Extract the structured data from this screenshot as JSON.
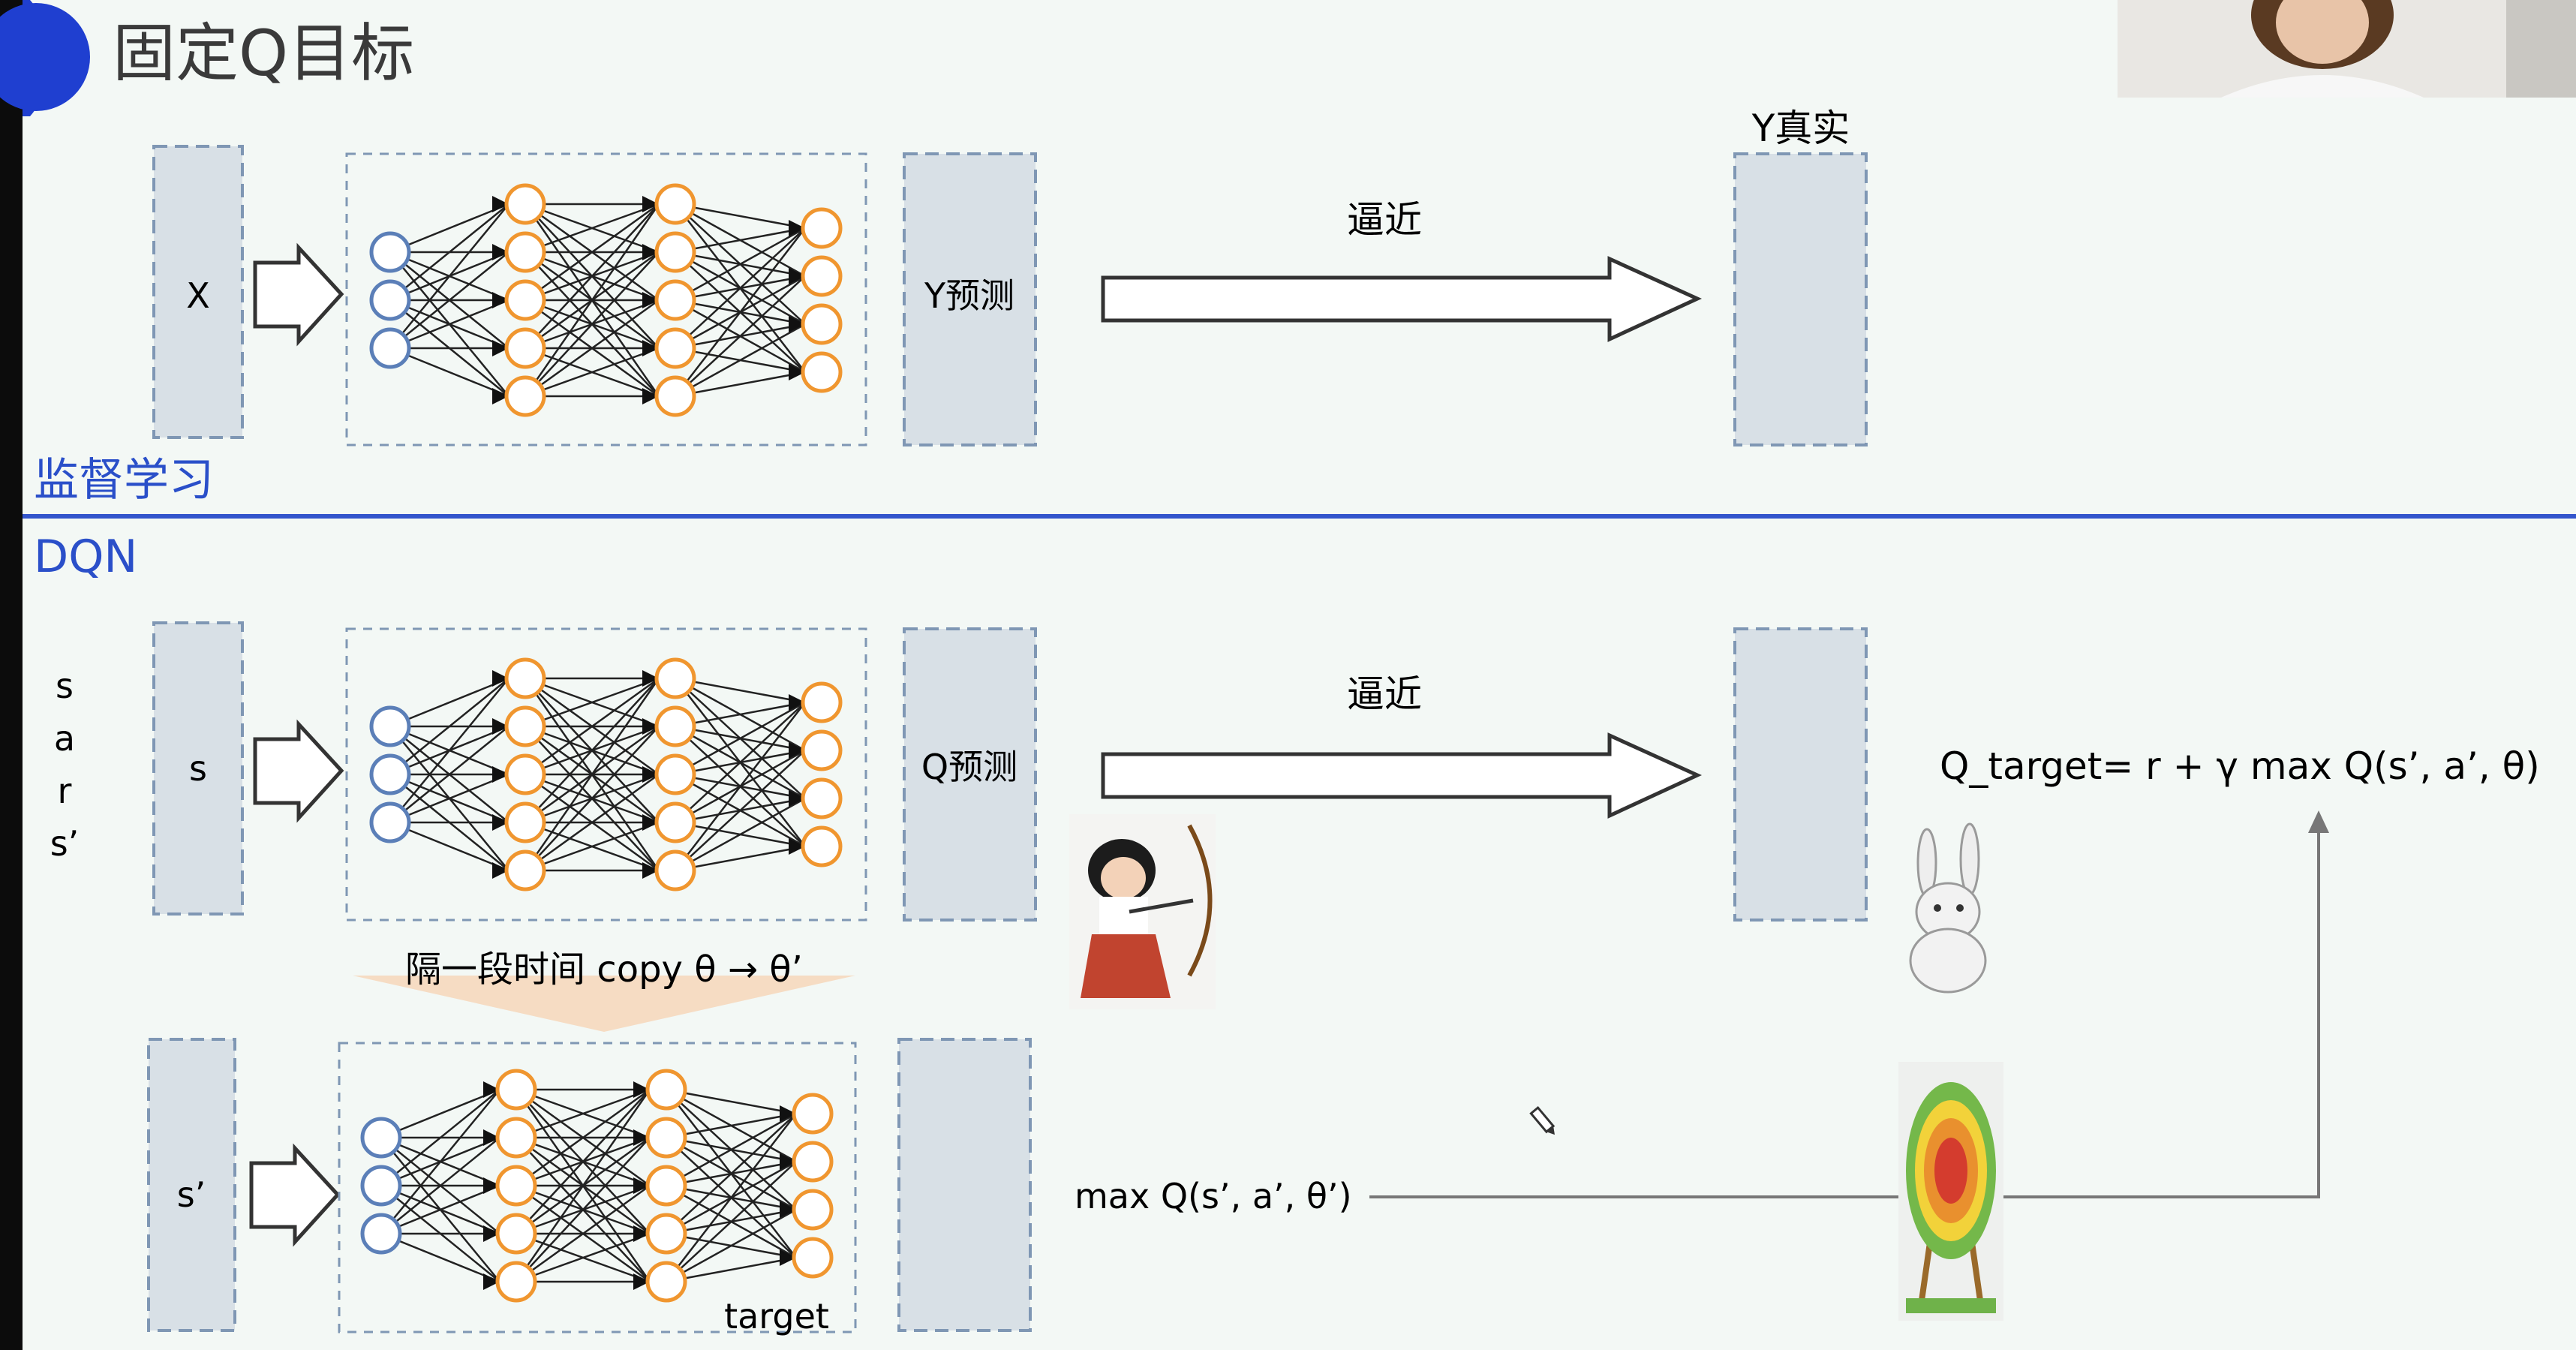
{
  "slide": {
    "title": "固定Q目标",
    "accent_color": "#1f3fd0",
    "divider_color": "#3355cc"
  },
  "supervised": {
    "section_label": "监督学习",
    "input_label": "X",
    "pred_label": "Y预测",
    "approach_label": "逼近",
    "truth_label": "Y真实"
  },
  "dqn": {
    "section_label": "DQN",
    "tuple_letters": [
      "s",
      "a",
      "r",
      "s’"
    ],
    "input_label": "s",
    "pred_label": "Q预测",
    "approach_label": "逼近",
    "copy_caption": "隔一段时间 copy θ → θ’",
    "target_input_label": "s’",
    "target_net_label": "target",
    "max_q_label": "max Q(s’, a’, θ’)",
    "q_target_formula": "Q_target= r + γ max Q(s’, a’, θ)"
  },
  "icons": {
    "archer": "archer-girl-icon",
    "rabbit": "rabbit-icon",
    "target": "archery-target-icon",
    "pencil": "pencil-cursor-icon",
    "webcam": "presenter-webcam"
  },
  "colors": {
    "box_fill": "#d8e0e6",
    "box_border": "#7f97b4",
    "input_node": "#5b7fb8",
    "hidden_node": "#f0962f",
    "copy_band": "#f6dcc3"
  }
}
